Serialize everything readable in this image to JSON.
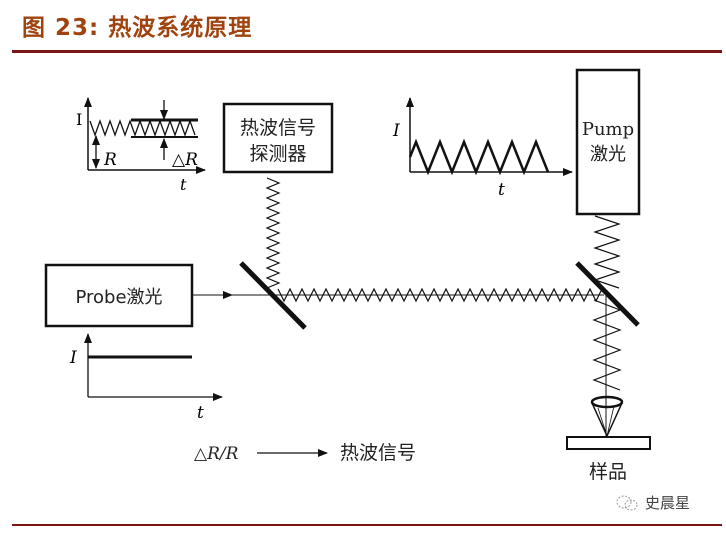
{
  "header": {
    "title": "图 23:  热波系统原理"
  },
  "diagram": {
    "boxes": {
      "detector": [
        "热波信号",
        "探测器"
      ],
      "pump": [
        "Pump",
        "激光"
      ],
      "probe": "Probe激光",
      "sample": "样品"
    },
    "inset_reflect": {
      "y_axis": "I",
      "x_axis": "t",
      "r_label": "R",
      "dr_label": "△R"
    },
    "inset_pump": {
      "y_axis": "I",
      "x_axis": "t"
    },
    "inset_probe": {
      "y_axis": "I",
      "x_axis": "t"
    },
    "formula": {
      "left": "△R/R",
      "right": "热波信号"
    }
  },
  "watermark": {
    "icon": "wechat-icon",
    "text": "史晨星"
  },
  "colors": {
    "title": "#a0430f",
    "rule": "#7a1515",
    "ink": "#111111"
  }
}
